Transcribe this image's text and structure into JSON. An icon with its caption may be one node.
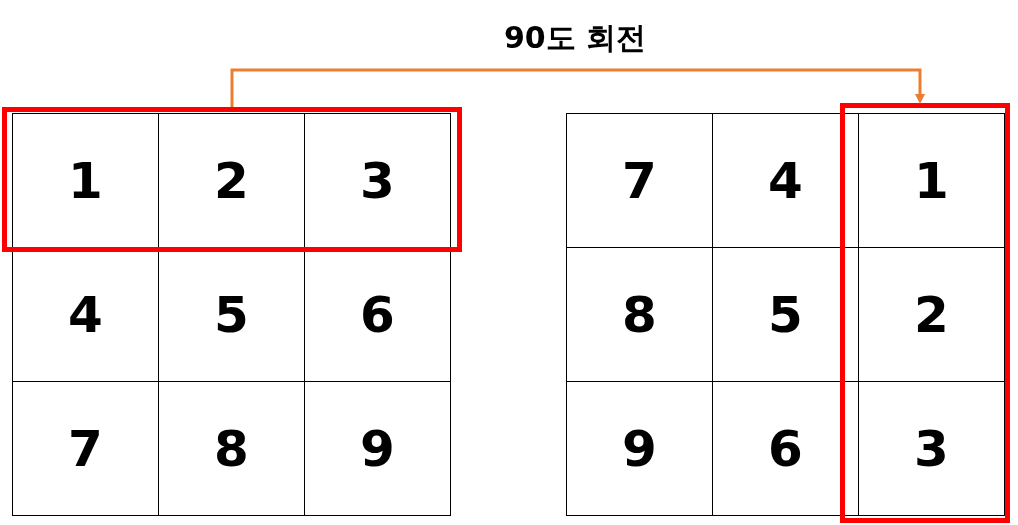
{
  "diagram": {
    "nodes": [
      {
        "text": [],
        "shape": "box"
      },
      {
        "text": [],
        "shape": "box"
      }
    ],
    "edges": [
      {
        "from": 0,
        "to": 1,
        "arrow": "to",
        "label": "90도 회전",
        "color": "#ed7d31"
      }
    ],
    "labels": [
      "1",
      "2",
      "3",
      "4",
      "5",
      "6",
      "7",
      "8",
      "9",
      "7",
      "4",
      "1",
      "8",
      "5",
      "2",
      "9",
      "6",
      "3"
    ]
  }
}
